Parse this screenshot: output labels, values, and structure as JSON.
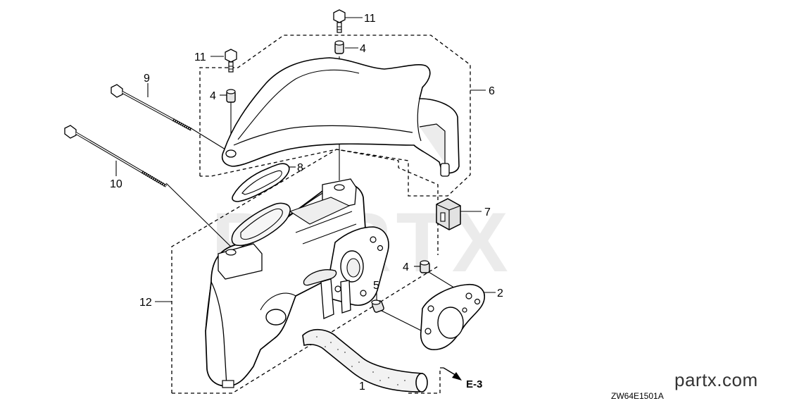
{
  "diagram": {
    "callouts": {
      "c1": "1",
      "c2": "2",
      "c4a": "4",
      "c4b": "4",
      "c4c": "4",
      "c5": "5",
      "c6": "6",
      "c7": "7",
      "c8": "8",
      "c9": "9",
      "c10": "10",
      "c11a": "11",
      "c11b": "11",
      "c12": "12"
    },
    "reference": "E-3",
    "drawing_code": "ZW64E1501A",
    "watermark": "PARTX"
  },
  "brand": {
    "site": "partx.com"
  },
  "colors": {
    "ink": "#000000",
    "part_fill": "#ffffff",
    "shade": "#e9e9e9",
    "watermark": "#d8d8d8",
    "brand_text": "#333333"
  }
}
